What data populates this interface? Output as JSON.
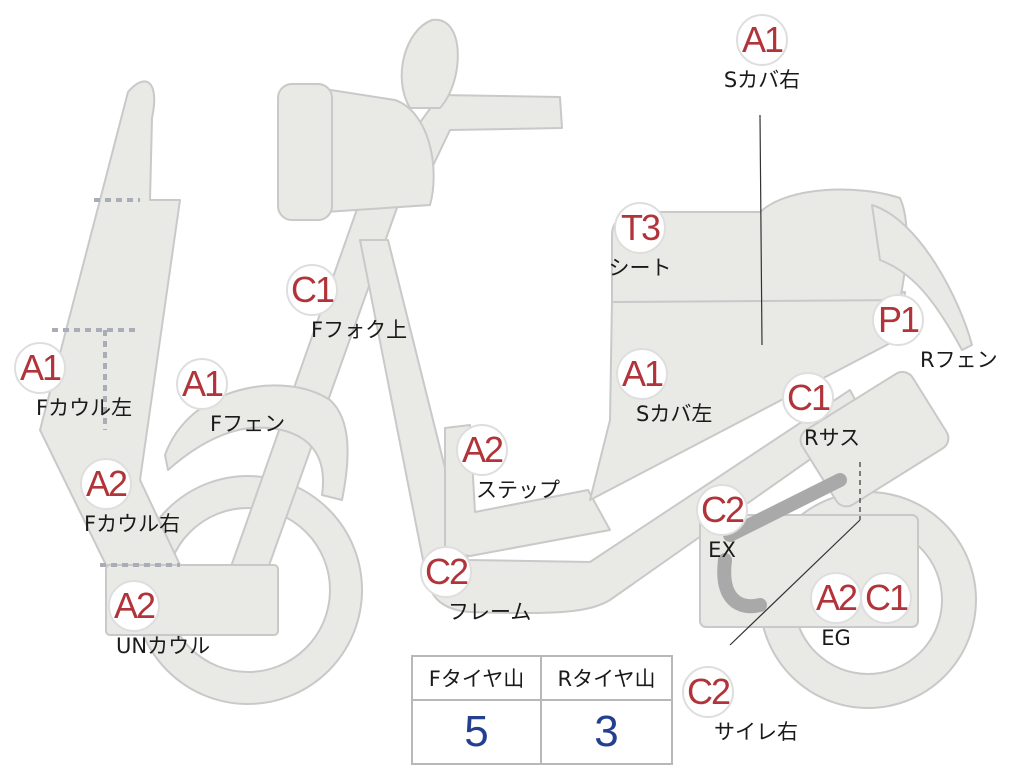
{
  "colors": {
    "code": "#b0343a",
    "label": "#1a1a1a",
    "part_fill": "#e9e9e6",
    "part_stroke": "#c9c9c9",
    "value": "#243f8f"
  },
  "tags": [
    {
      "id": "a1-s-cover-right",
      "code": "A1",
      "label": "Sカバ右"
    },
    {
      "id": "t3-seat",
      "code": "T3",
      "label": "シート"
    },
    {
      "id": "p1-r-fender",
      "code": "P1",
      "label": "Rフェン"
    },
    {
      "id": "c1-f-fork-upper",
      "code": "C1",
      "label": "Fフォク上"
    },
    {
      "id": "a1-f-cowl-left",
      "code": "A1",
      "label": "Fカウル左"
    },
    {
      "id": "a1-f-fender",
      "code": "A1",
      "label": "Fフェン"
    },
    {
      "id": "a1-s-cover-left",
      "code": "A1",
      "label": "Sカバ左"
    },
    {
      "id": "c1-r-suspension",
      "code": "C1",
      "label": "Rサス"
    },
    {
      "id": "a2-step",
      "code": "A2",
      "label": "ステップ"
    },
    {
      "id": "a2-f-cowl-right",
      "code": "A2",
      "label": "Fカウル右"
    },
    {
      "id": "c2-exhaust",
      "code": "C2",
      "label": "EX"
    },
    {
      "id": "c2-frame",
      "code": "C2",
      "label": "フレーム"
    },
    {
      "id": "a2-under-cowl",
      "code": "A2",
      "label": "UNカウル"
    },
    {
      "id": "a2-engine",
      "code": "A2",
      "label": "EG"
    },
    {
      "id": "c1-engine",
      "code": "C1",
      "label": ""
    },
    {
      "id": "c2-silencer-right",
      "code": "C2",
      "label": "サイレ右"
    }
  ],
  "tire_table": {
    "headers": [
      "Fタイヤ山",
      "Rタイヤ山"
    ],
    "values": [
      "5",
      "3"
    ]
  }
}
